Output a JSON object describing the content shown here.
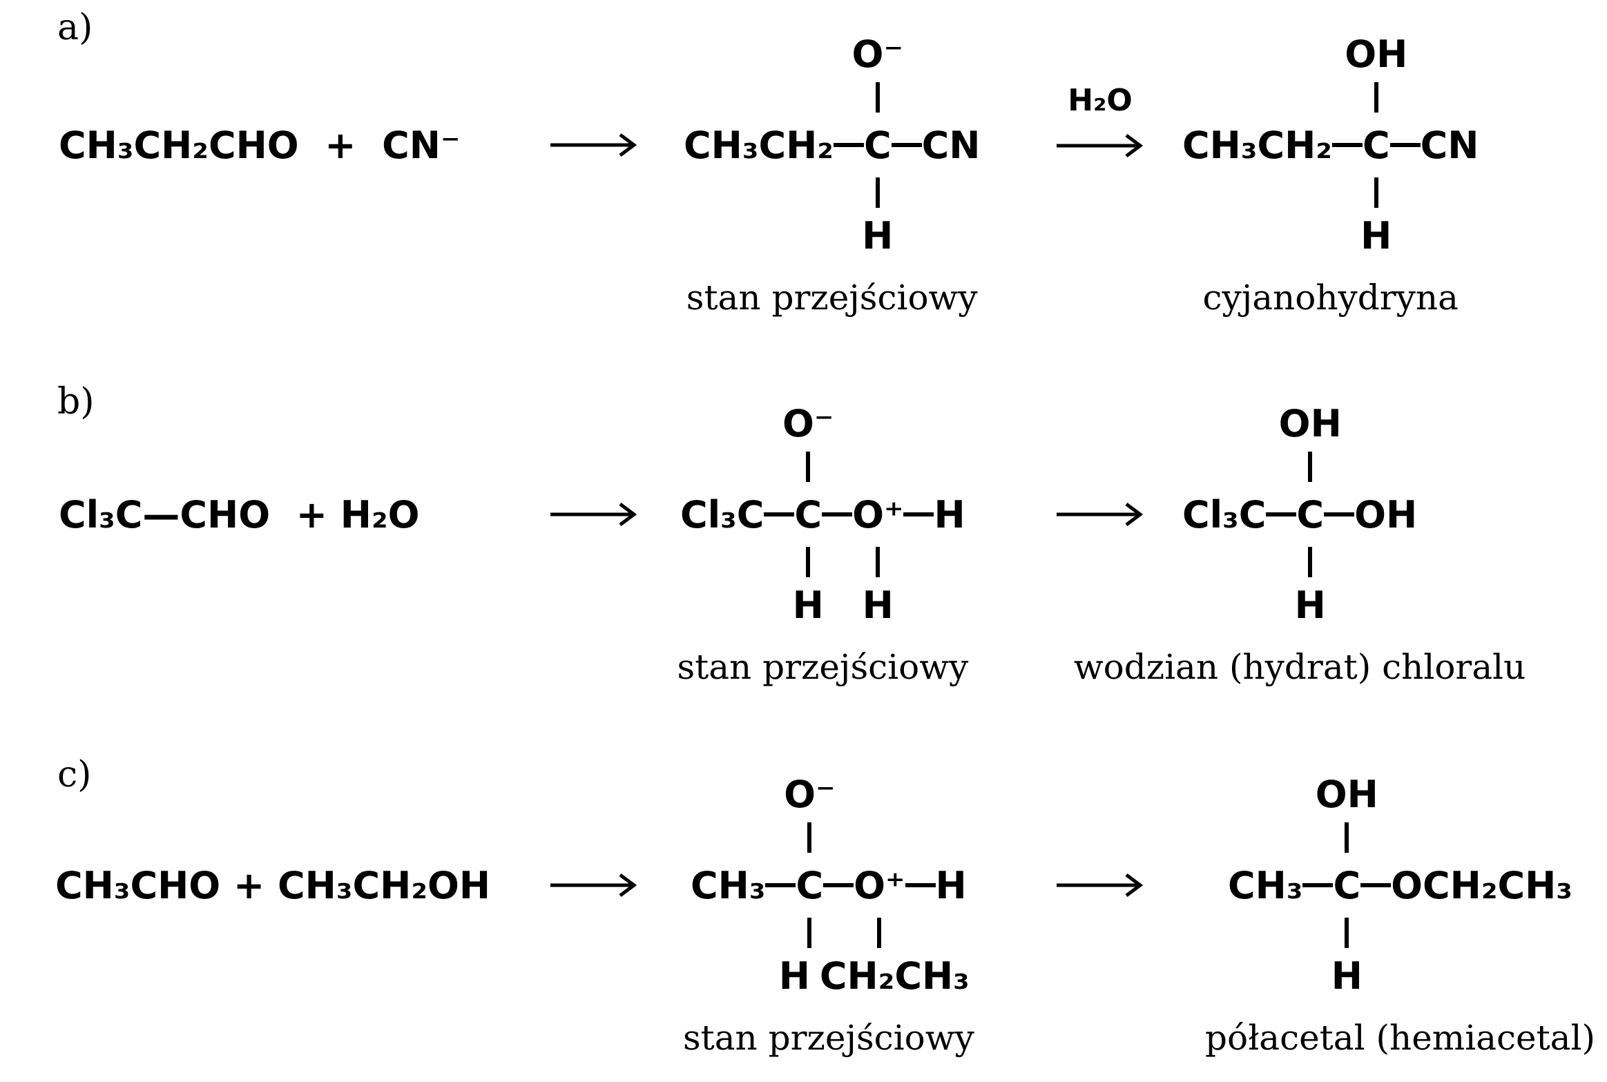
{
  "colors": {
    "ink": "#000000",
    "background": "#ffffff"
  },
  "sections": [
    {
      "label": "a)",
      "reactants": "CH₃CH₂CHO  +  CN⁻",
      "arrow2_label": "H₂O",
      "transition": {
        "top": "O⁻",
        "left": "CH₃CH₂",
        "center": "C",
        "right": "CN",
        "bottom": "H",
        "caption": "stan przejściowy"
      },
      "product": {
        "top": "OH",
        "left": "CH₃CH₂",
        "center": "C",
        "right": "CN",
        "bottom": "H",
        "caption": "cyjanohydryna"
      }
    },
    {
      "label": "b)",
      "reactants": "Cl₃C—CHO  + H₂O",
      "transition": {
        "top": "O⁻",
        "left": "Cl₃C",
        "center": "C",
        "right1": "O⁺",
        "right2": "H",
        "bottom_center": "H",
        "bottom_right": "H",
        "caption": "stan przejściowy"
      },
      "product": {
        "top": "OH",
        "left": "Cl₃C",
        "center": "C",
        "right": "OH",
        "bottom": "H",
        "caption": "wodzian (hydrat) chloralu"
      }
    },
    {
      "label": "c)",
      "reactants": "CH₃CHO + CH₃CH₂OH",
      "transition": {
        "top": "O⁻",
        "left": "CH₃",
        "center": "C",
        "right1": "O⁺",
        "right2": "H",
        "bottom_center": "H",
        "bottom_right": "CH₂CH₃",
        "caption": "stan przejściowy"
      },
      "product": {
        "top": "OH",
        "left": "CH₃",
        "center": "C",
        "right": "OCH₂CH₃",
        "bottom": "H",
        "caption": "półacetal (hemiacetal)"
      }
    }
  ]
}
